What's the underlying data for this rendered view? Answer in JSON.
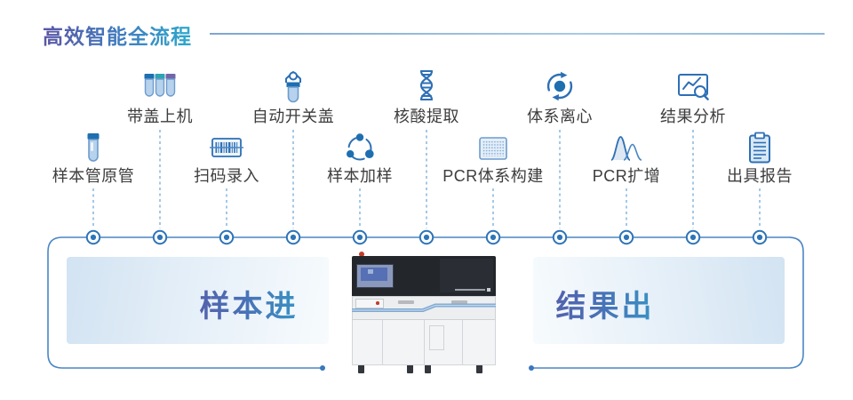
{
  "header": {
    "title": "高效智能全流程"
  },
  "process": {
    "steps": [
      {
        "label": "样本管原管",
        "icon": "sample-tube-icon",
        "position": "bottom"
      },
      {
        "label": "带盖上机",
        "icon": "capped-tubes-icon",
        "position": "top"
      },
      {
        "label": "扫码录入",
        "icon": "barcode-scan-icon",
        "position": "bottom"
      },
      {
        "label": "自动开关盖",
        "icon": "auto-decap-icon",
        "position": "top"
      },
      {
        "label": "样本加样",
        "icon": "sample-dispense-icon",
        "position": "bottom"
      },
      {
        "label": "核酸提取",
        "icon": "dna-extraction-icon",
        "position": "top"
      },
      {
        "label": "PCR体系构建",
        "icon": "pcr-plate-icon",
        "position": "bottom"
      },
      {
        "label": "体系离心",
        "icon": "centrifuge-icon",
        "position": "top"
      },
      {
        "label": "PCR扩增",
        "icon": "amplification-curve-icon",
        "position": "bottom"
      },
      {
        "label": "结果分析",
        "icon": "result-analysis-icon",
        "position": "top"
      },
      {
        "label": "出具报告",
        "icon": "report-icon",
        "position": "bottom"
      }
    ]
  },
  "flow": {
    "input_label": "样本进",
    "output_label": "结果出"
  },
  "colors": {
    "title_gradient_start": "#5b56a4",
    "title_gradient_end": "#2ea9cd",
    "icon_stroke": "#2d6fb5",
    "icon_fill_light": "#b6d2ec",
    "cap_blue": "#1d6fb0",
    "cap_teal": "#2fa3b2",
    "cap_purple": "#7265a8",
    "timeline_line": "#4a86c4",
    "timeline_node": "#2e74b8",
    "dashed_connector": "#a4c8e5",
    "label_text": "#3d3d3d",
    "panel_gradient_start": "#d2e3f2",
    "panel_gradient_end": "#f7fbfd"
  }
}
